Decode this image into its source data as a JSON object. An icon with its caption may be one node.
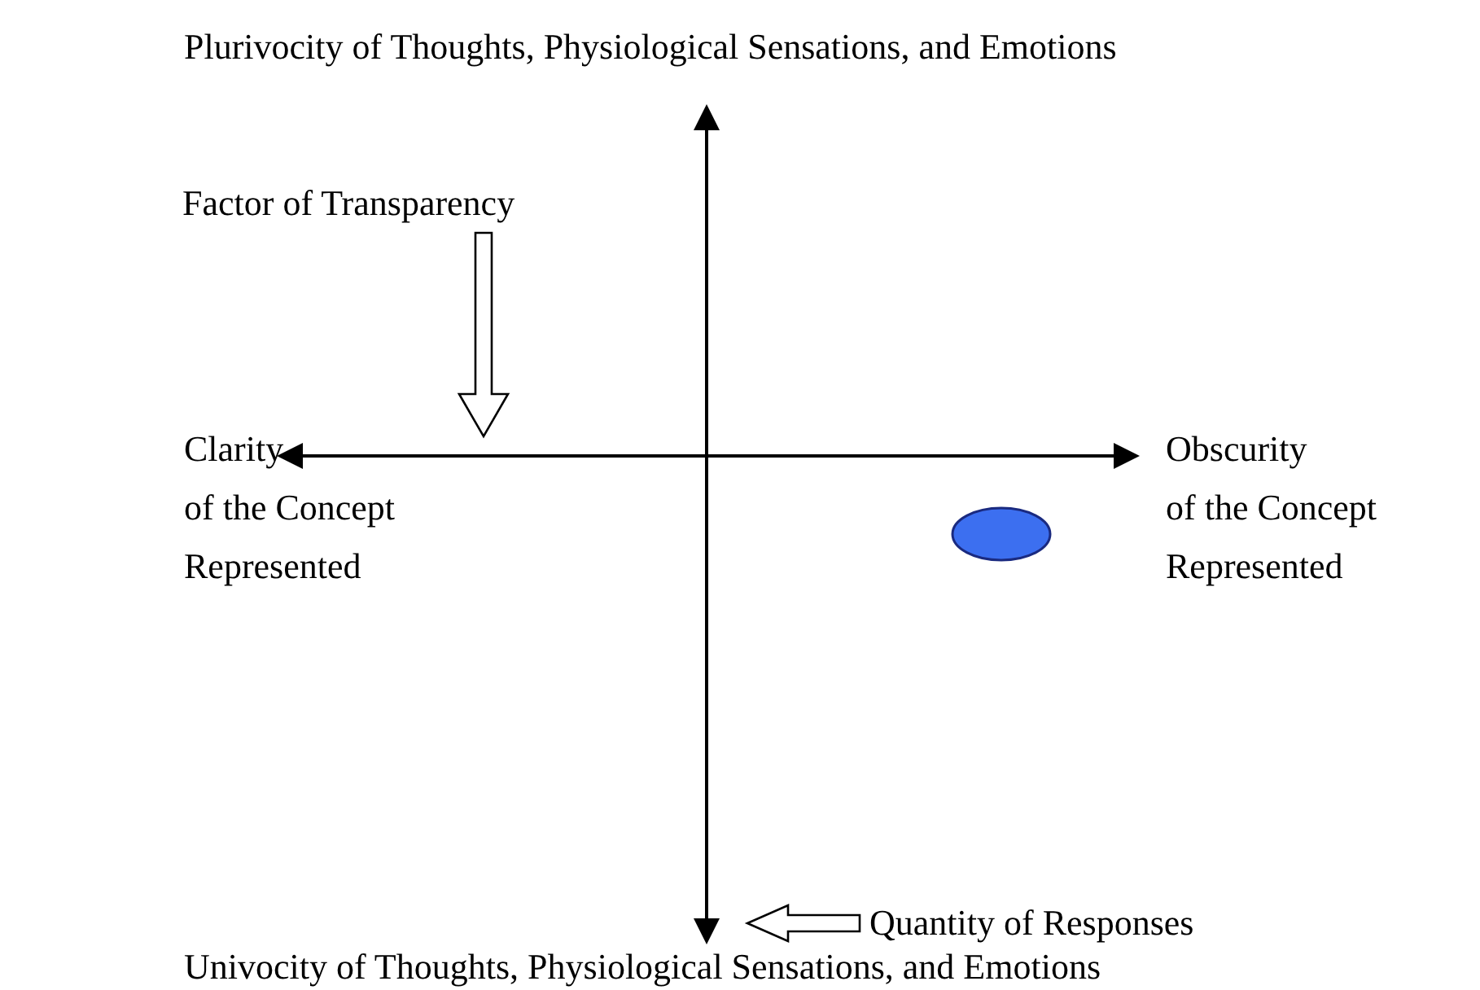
{
  "diagram": {
    "nodes": [
      {
        "text": [
          "Factor of Transparency"
        ]
      },
      {
        "text": [
          "Quantity of Responses"
        ]
      }
    ],
    "edges": [
      {
        "from": 0,
        "to": null,
        "arrow": "to"
      },
      {
        "from": 1,
        "to": null,
        "arrow": "to"
      }
    ],
    "labels": [
      "Plurivocity of Thoughts, Physiological Sensations, and Emotions",
      "Clarity of the Concept Represented",
      "Obscurity of the Concept Represented",
      "Univocity of Thoughts, Physiological Sensations, and Emotions"
    ]
  }
}
